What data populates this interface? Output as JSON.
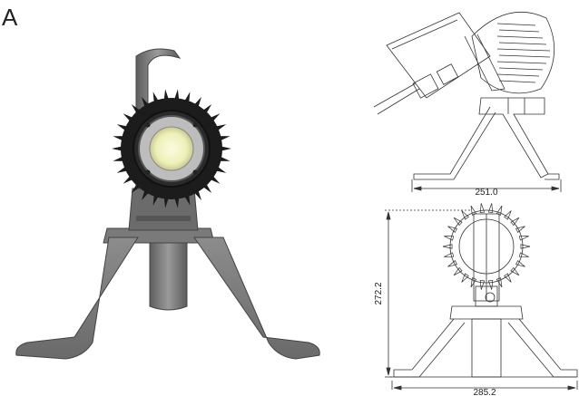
{
  "figure": {
    "panel_label": "A"
  },
  "top_drawing": {
    "width_dimension": "251.0"
  },
  "bottom_drawing": {
    "height_dimension": "272.2",
    "width_dimension": "285.2"
  },
  "colors": {
    "metal": "#7b7b7b",
    "metal_dark": "#4f4f4f",
    "heatsink": "#1c1c1c",
    "lens": "#f0f2c8",
    "line": "#333333"
  }
}
